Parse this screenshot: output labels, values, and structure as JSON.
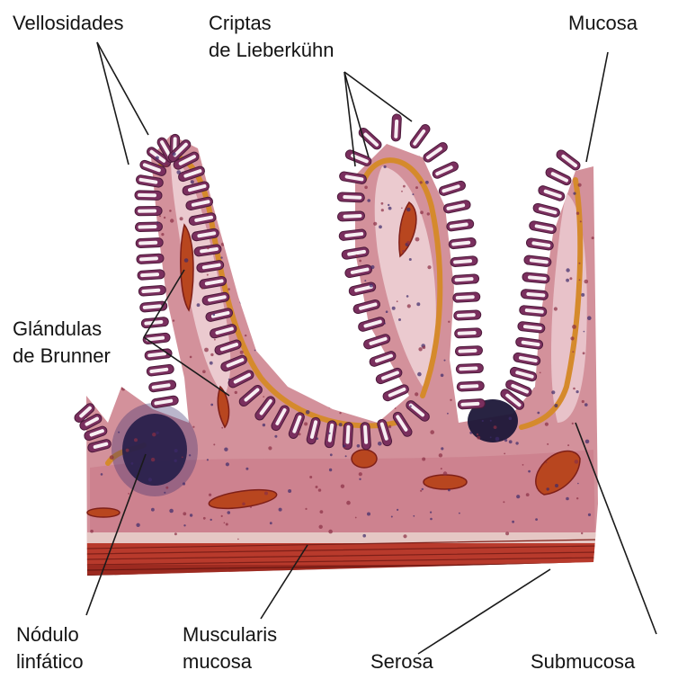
{
  "labels": {
    "vellosidades": "Vellosidades",
    "criptas_1": "Criptas",
    "criptas_2": "de Lieberkühn",
    "mucosa": "Mucosa",
    "glandulas_1": "Glándulas",
    "glandulas_2": "de Brunner",
    "nodulo_1": "Nódulo",
    "nodulo_2": "linfático",
    "muscularis_1": "Muscularis",
    "muscularis_2": "mucosa",
    "serosa": "Serosa",
    "submucosa": "Submucosa"
  },
  "colors": {
    "tissue": "#d3919b",
    "tissue_light": "#efd3d8",
    "villus": "#7a2f5e",
    "villus_rim": "#4d1a3b",
    "crypt_line": "#d58a2c",
    "lumen": "#f7eef2",
    "vessel": "#b8461f",
    "nodule": "#1c1738",
    "muscle": "#b83a2c",
    "muscle_dark": "#7e1f18"
  }
}
